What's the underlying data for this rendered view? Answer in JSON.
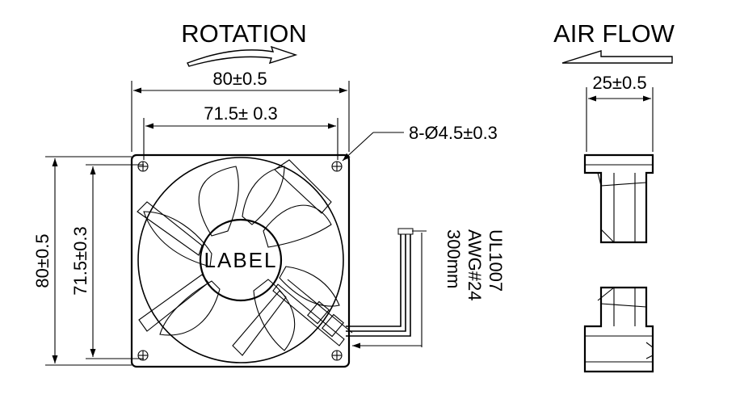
{
  "front_view": {
    "rotation_label": "ROTATION",
    "dim_outer_width": "80±0.5",
    "dim_hole_width": "71.5± 0.3",
    "dim_outer_height": "80±0.5",
    "dim_hole_height": "71.5±0.3",
    "hole_callout": "8-Ø4.5±0.3",
    "center_label": "LABEL"
  },
  "wire_spec": {
    "line1": "UL1007",
    "line2": "AWG#24",
    "line3": "300mm"
  },
  "side_view": {
    "airflow_label": "AIR FLOW",
    "dim_thickness": "25±0.5"
  }
}
